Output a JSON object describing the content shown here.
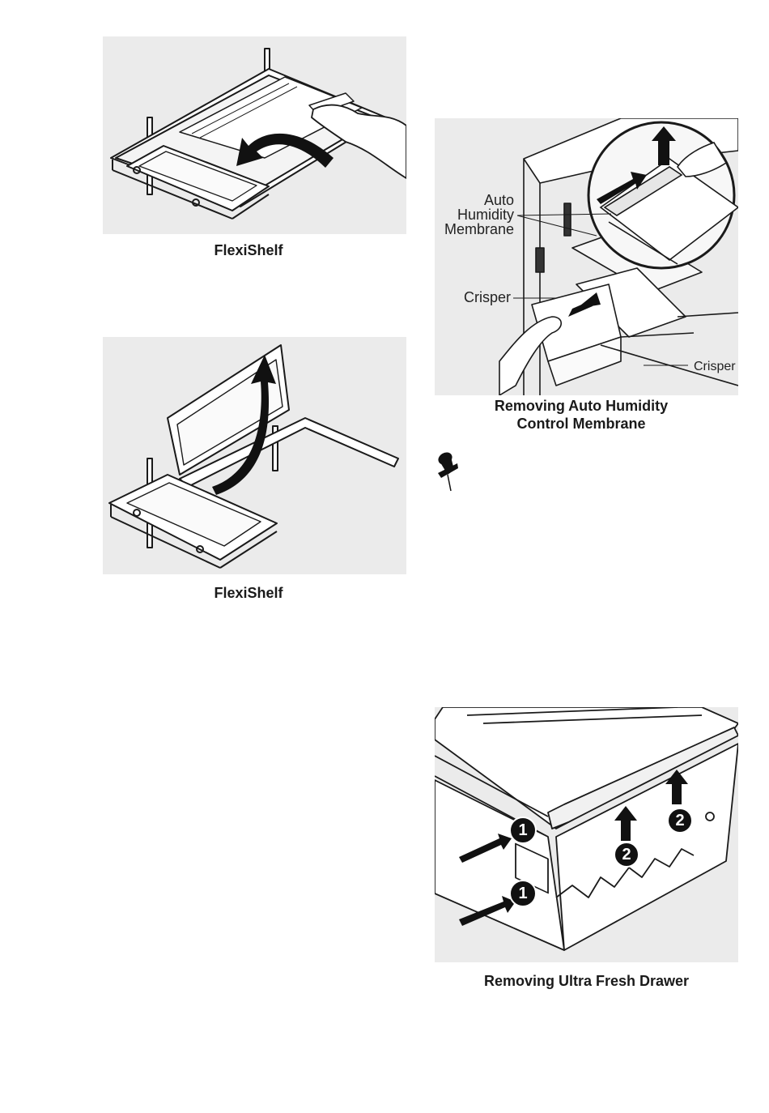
{
  "figures": [
    {
      "id": "flexishelf-1",
      "caption": "FlexiShelf"
    },
    {
      "id": "flexishelf-2",
      "caption": "FlexiShelf"
    },
    {
      "id": "auto-humidity",
      "caption_line1": "Removing Auto Humidity",
      "caption_line2": "Control Membrane",
      "callouts": {
        "membrane_1": "Auto",
        "membrane_2": "Humidity",
        "membrane_3": "Membrane",
        "crisper_left": "Crisper",
        "crisper_right": "Crisper"
      }
    },
    {
      "id": "ultra-fresh-drawer",
      "caption": "Removing Ultra Fresh Drawer",
      "step_numbers": [
        "1",
        "1",
        "2",
        "2"
      ]
    }
  ],
  "icons": {
    "note": "pushpin-icon"
  },
  "colors": {
    "panel_bg": "#ebebeb",
    "line": "#1a1a1a",
    "arrow": "#111111"
  }
}
